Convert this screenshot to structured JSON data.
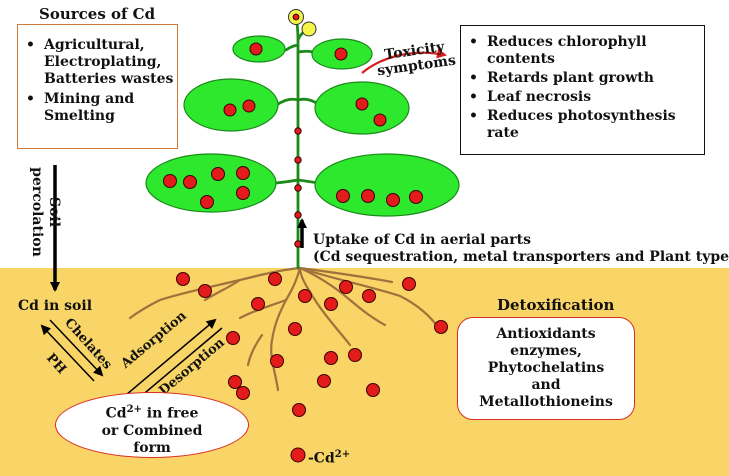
{
  "sources": {
    "title": "Sources of Cd",
    "items": [
      [
        "Agricultural,",
        "Electroplating,",
        "Batteries wastes"
      ],
      [
        "Mining and",
        "Smelting"
      ]
    ]
  },
  "toxicity": {
    "label_line1": "Toxicity",
    "label_line2": "symptoms",
    "items": [
      [
        "Reduces chlorophyll",
        "contents"
      ],
      [
        "Retards plant growth"
      ],
      [
        "Leaf necrosis"
      ],
      [
        "Reduces photosynthesis",
        "rate"
      ]
    ]
  },
  "percolation": {
    "line1": "Soil",
    "line2": "percolation"
  },
  "uptake": {
    "line1": "Uptake of Cd in aerial parts",
    "line2": "(Cd sequestration, metal transporters and Plant type)"
  },
  "soil_label": "Cd in soil",
  "chelates_label": "Chelates",
  "ph_label": "PH",
  "adsorption_label": "Adsorption",
  "desorption_label": "Desorption",
  "free_form": {
    "line1": "Cd",
    "sup": "2+",
    "line1_rest": " in free",
    "line2": "or Combined",
    "line3": "form"
  },
  "detox": {
    "title": "Detoxification",
    "lines": [
      "Antioxidants",
      "enzymes,",
      "Phytochelatins",
      "and",
      "Metallothioneins"
    ]
  },
  "legend": {
    "prefix": "-Cd",
    "sup": "2+"
  },
  "colors": {
    "soil": "#f9d466",
    "leaf": "#2ee82e",
    "stem": "#1a8a1a",
    "cd_dot": "#e31b1b",
    "root": "#a0713c",
    "box_red": "#d93025",
    "box_orange": "#d0793a",
    "flower": "#f4f44a"
  }
}
